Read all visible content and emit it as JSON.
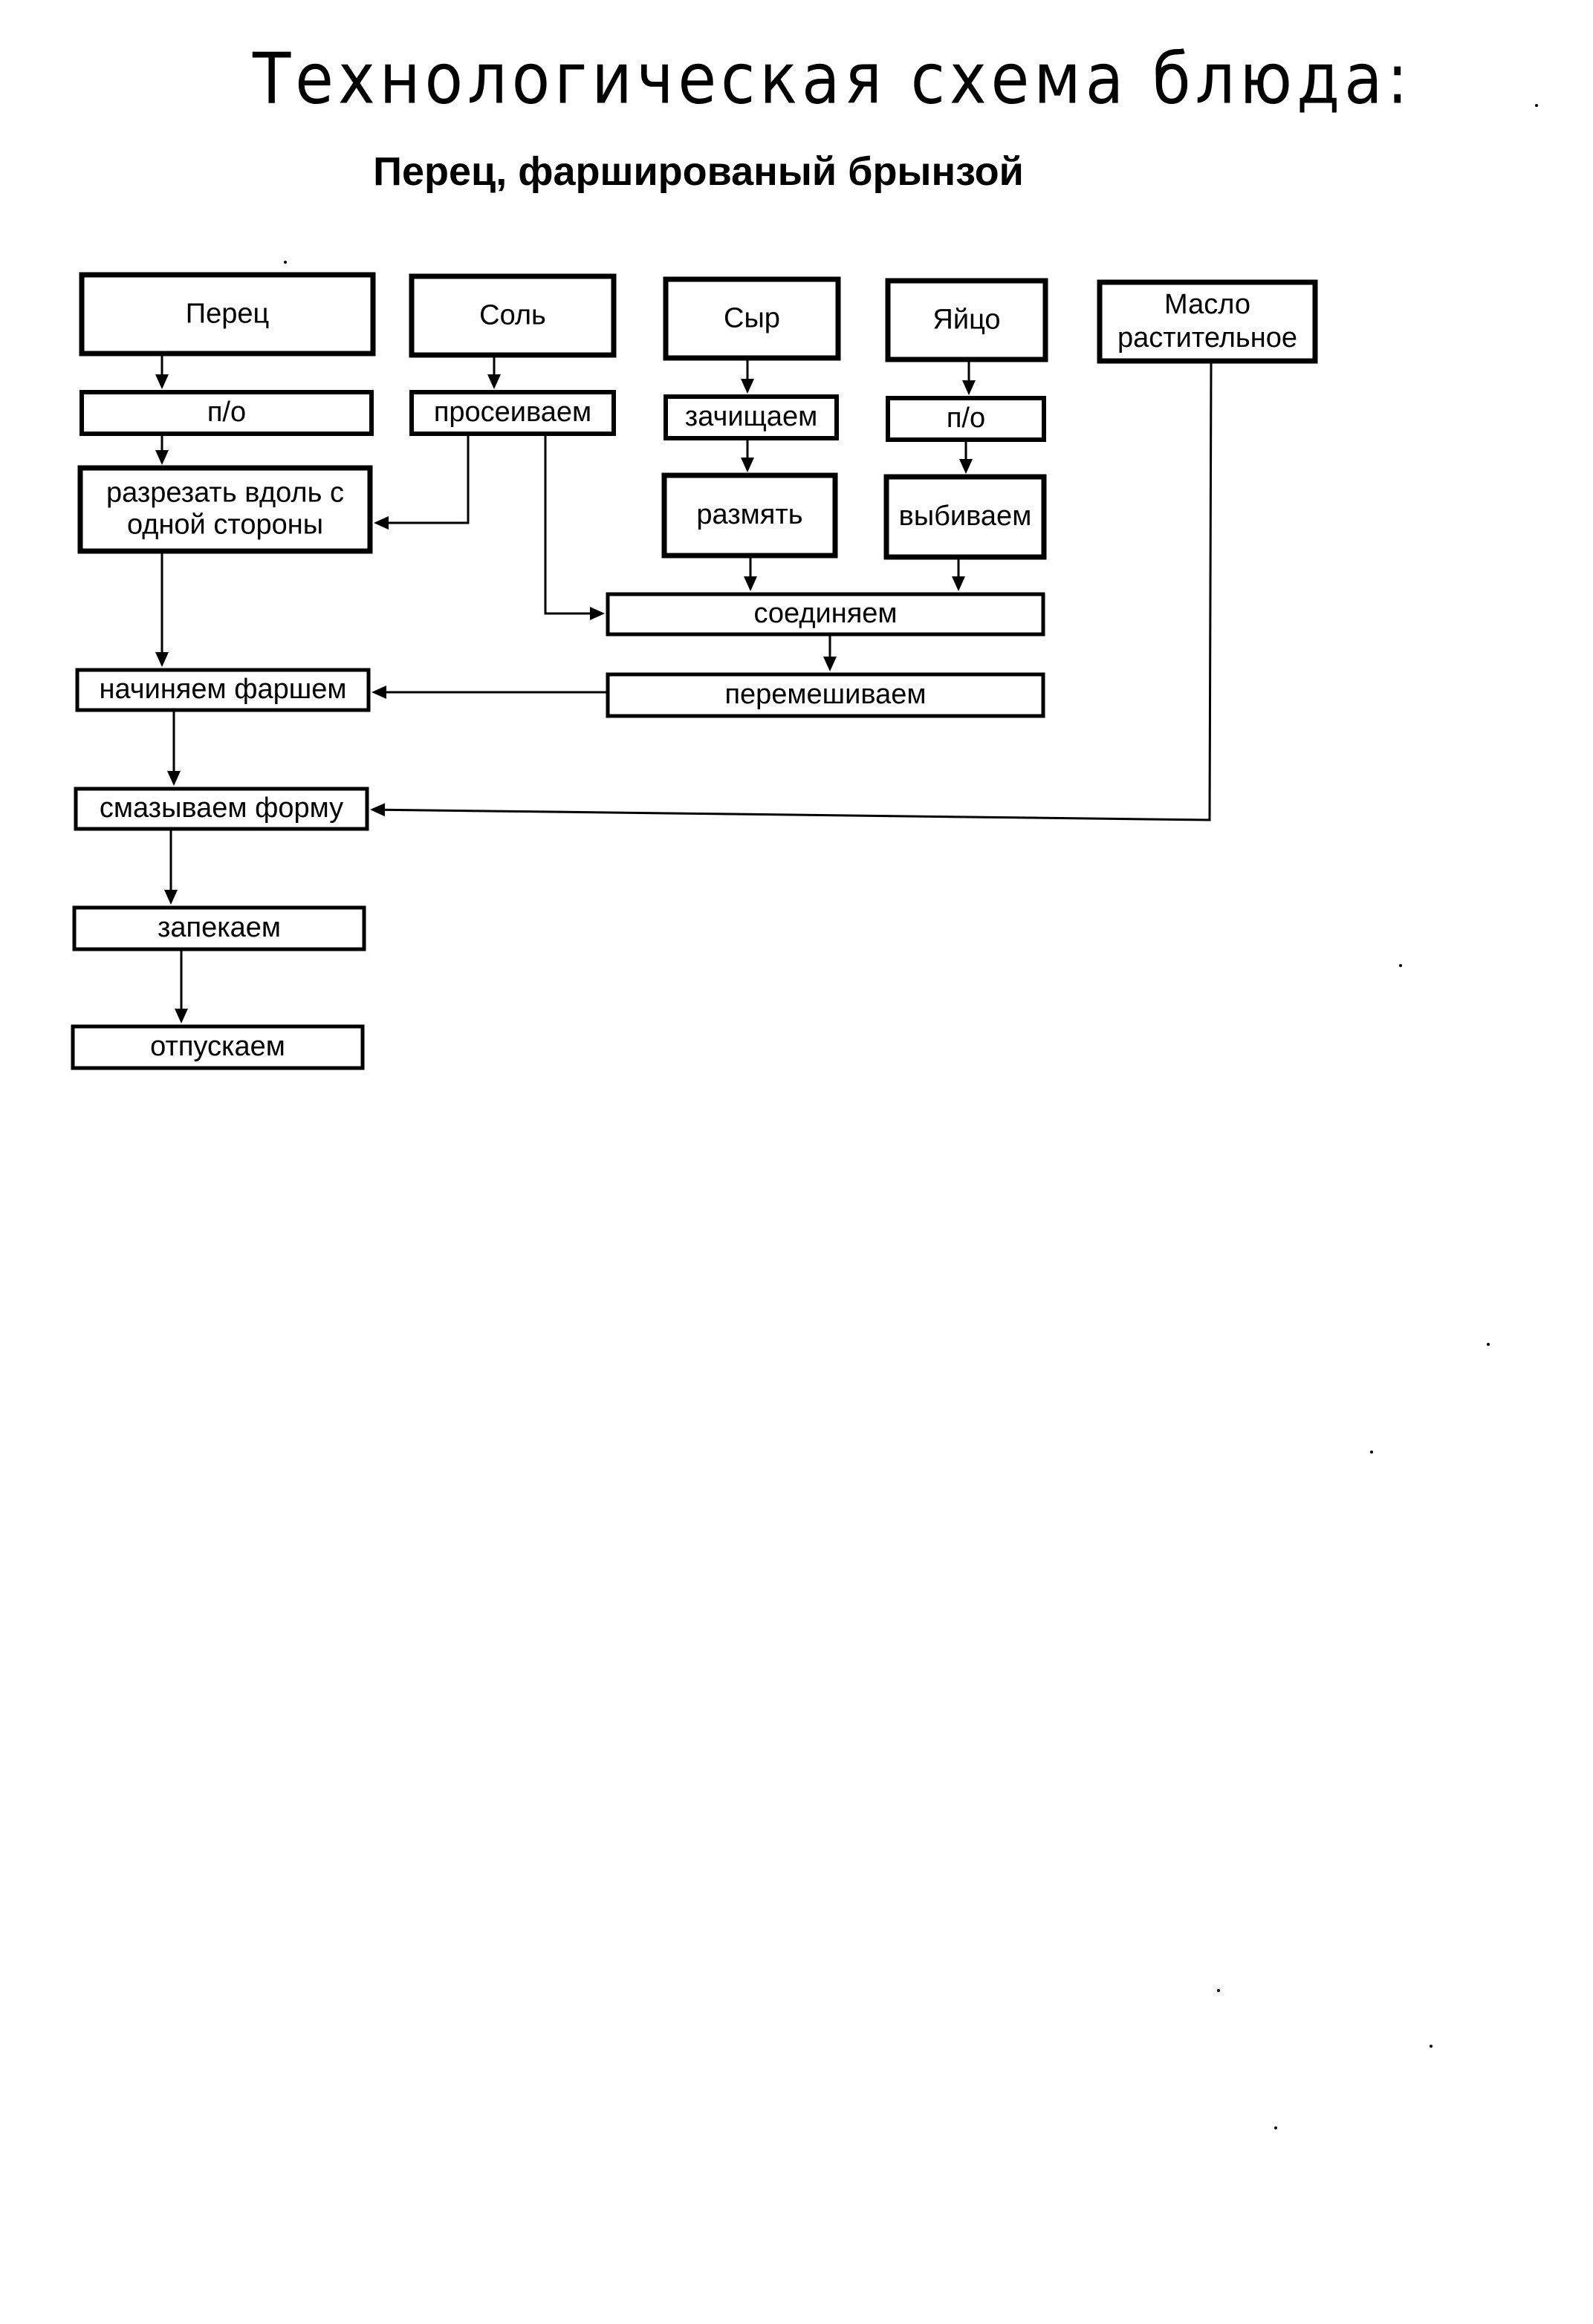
{
  "page": {
    "title": "Технологическая схема блюда:",
    "subtitle": "Перец, фаршированый брынзой"
  },
  "nodes": [
    {
      "id": "n-perec",
      "name": "ingredient-pepper",
      "lines": [
        "Перец"
      ]
    },
    {
      "id": "n-sol",
      "name": "ingredient-salt",
      "lines": [
        "Соль"
      ]
    },
    {
      "id": "n-syr",
      "name": "ingredient-cheese",
      "lines": [
        "Сыр"
      ]
    },
    {
      "id": "n-yajco",
      "name": "ingredient-egg",
      "lines": [
        "Яйцо"
      ]
    },
    {
      "id": "n-maslo",
      "name": "ingredient-vegetable-oil",
      "lines": [
        "Масло",
        "растительное"
      ]
    },
    {
      "id": "n-po1",
      "name": "step-pepper-primary-processing",
      "lines": [
        "п/о"
      ]
    },
    {
      "id": "n-proseivaem",
      "name": "step-sift-salt",
      "lines": [
        "просеиваем"
      ]
    },
    {
      "id": "n-zachishaem",
      "name": "step-clean-cheese",
      "lines": [
        "зачищаем"
      ]
    },
    {
      "id": "n-po2",
      "name": "step-egg-primary-processing",
      "lines": [
        "п/о"
      ]
    },
    {
      "id": "n-razrezat",
      "name": "step-cut-pepper",
      "lines": [
        "разрезать вдоль с",
        "одной стороны"
      ]
    },
    {
      "id": "n-razmyat",
      "name": "step-mash-cheese",
      "lines": [
        "размять"
      ]
    },
    {
      "id": "n-vybivaem",
      "name": "step-beat-egg",
      "lines": [
        "выбиваем"
      ]
    },
    {
      "id": "n-soedinyaem",
      "name": "step-combine",
      "lines": [
        "соединяем"
      ]
    },
    {
      "id": "n-nachinyaem",
      "name": "step-stuff-pepper",
      "lines": [
        "начиняем фаршем"
      ]
    },
    {
      "id": "n-peremeshivaem",
      "name": "step-mix",
      "lines": [
        "перемешиваем"
      ]
    },
    {
      "id": "n-smazyvaem",
      "name": "step-grease-form",
      "lines": [
        "смазываем форму"
      ]
    },
    {
      "id": "n-zapekaem",
      "name": "step-bake",
      "lines": [
        "запекаем"
      ]
    },
    {
      "id": "n-otpuskaem",
      "name": "step-serve",
      "lines": [
        "отпускаем"
      ]
    }
  ],
  "edges": [
    {
      "from": "n-perec",
      "to": "n-po1"
    },
    {
      "from": "n-po1",
      "to": "n-razrezat"
    },
    {
      "from": "n-sol",
      "to": "n-proseivaem"
    },
    {
      "from": "n-proseivaem",
      "to": "n-razrezat"
    },
    {
      "from": "n-proseivaem",
      "to": "n-soedinyaem"
    },
    {
      "from": "n-syr",
      "to": "n-zachishaem"
    },
    {
      "from": "n-zachishaem",
      "to": "n-razmyat"
    },
    {
      "from": "n-razmyat",
      "to": "n-soedinyaem"
    },
    {
      "from": "n-yajco",
      "to": "n-po2"
    },
    {
      "from": "n-po2",
      "to": "n-vybivaem"
    },
    {
      "from": "n-vybivaem",
      "to": "n-soedinyaem"
    },
    {
      "from": "n-soedinyaem",
      "to": "n-peremeshivaem"
    },
    {
      "from": "n-peremeshivaem",
      "to": "n-nachinyaem"
    },
    {
      "from": "n-razrezat",
      "to": "n-nachinyaem"
    },
    {
      "from": "n-nachinyaem",
      "to": "n-smazyvaem"
    },
    {
      "from": "n-maslo",
      "to": "n-smazyvaem"
    },
    {
      "from": "n-smazyvaem",
      "to": "n-zapekaem"
    },
    {
      "from": "n-zapekaem",
      "to": "n-otpuskaem"
    }
  ]
}
